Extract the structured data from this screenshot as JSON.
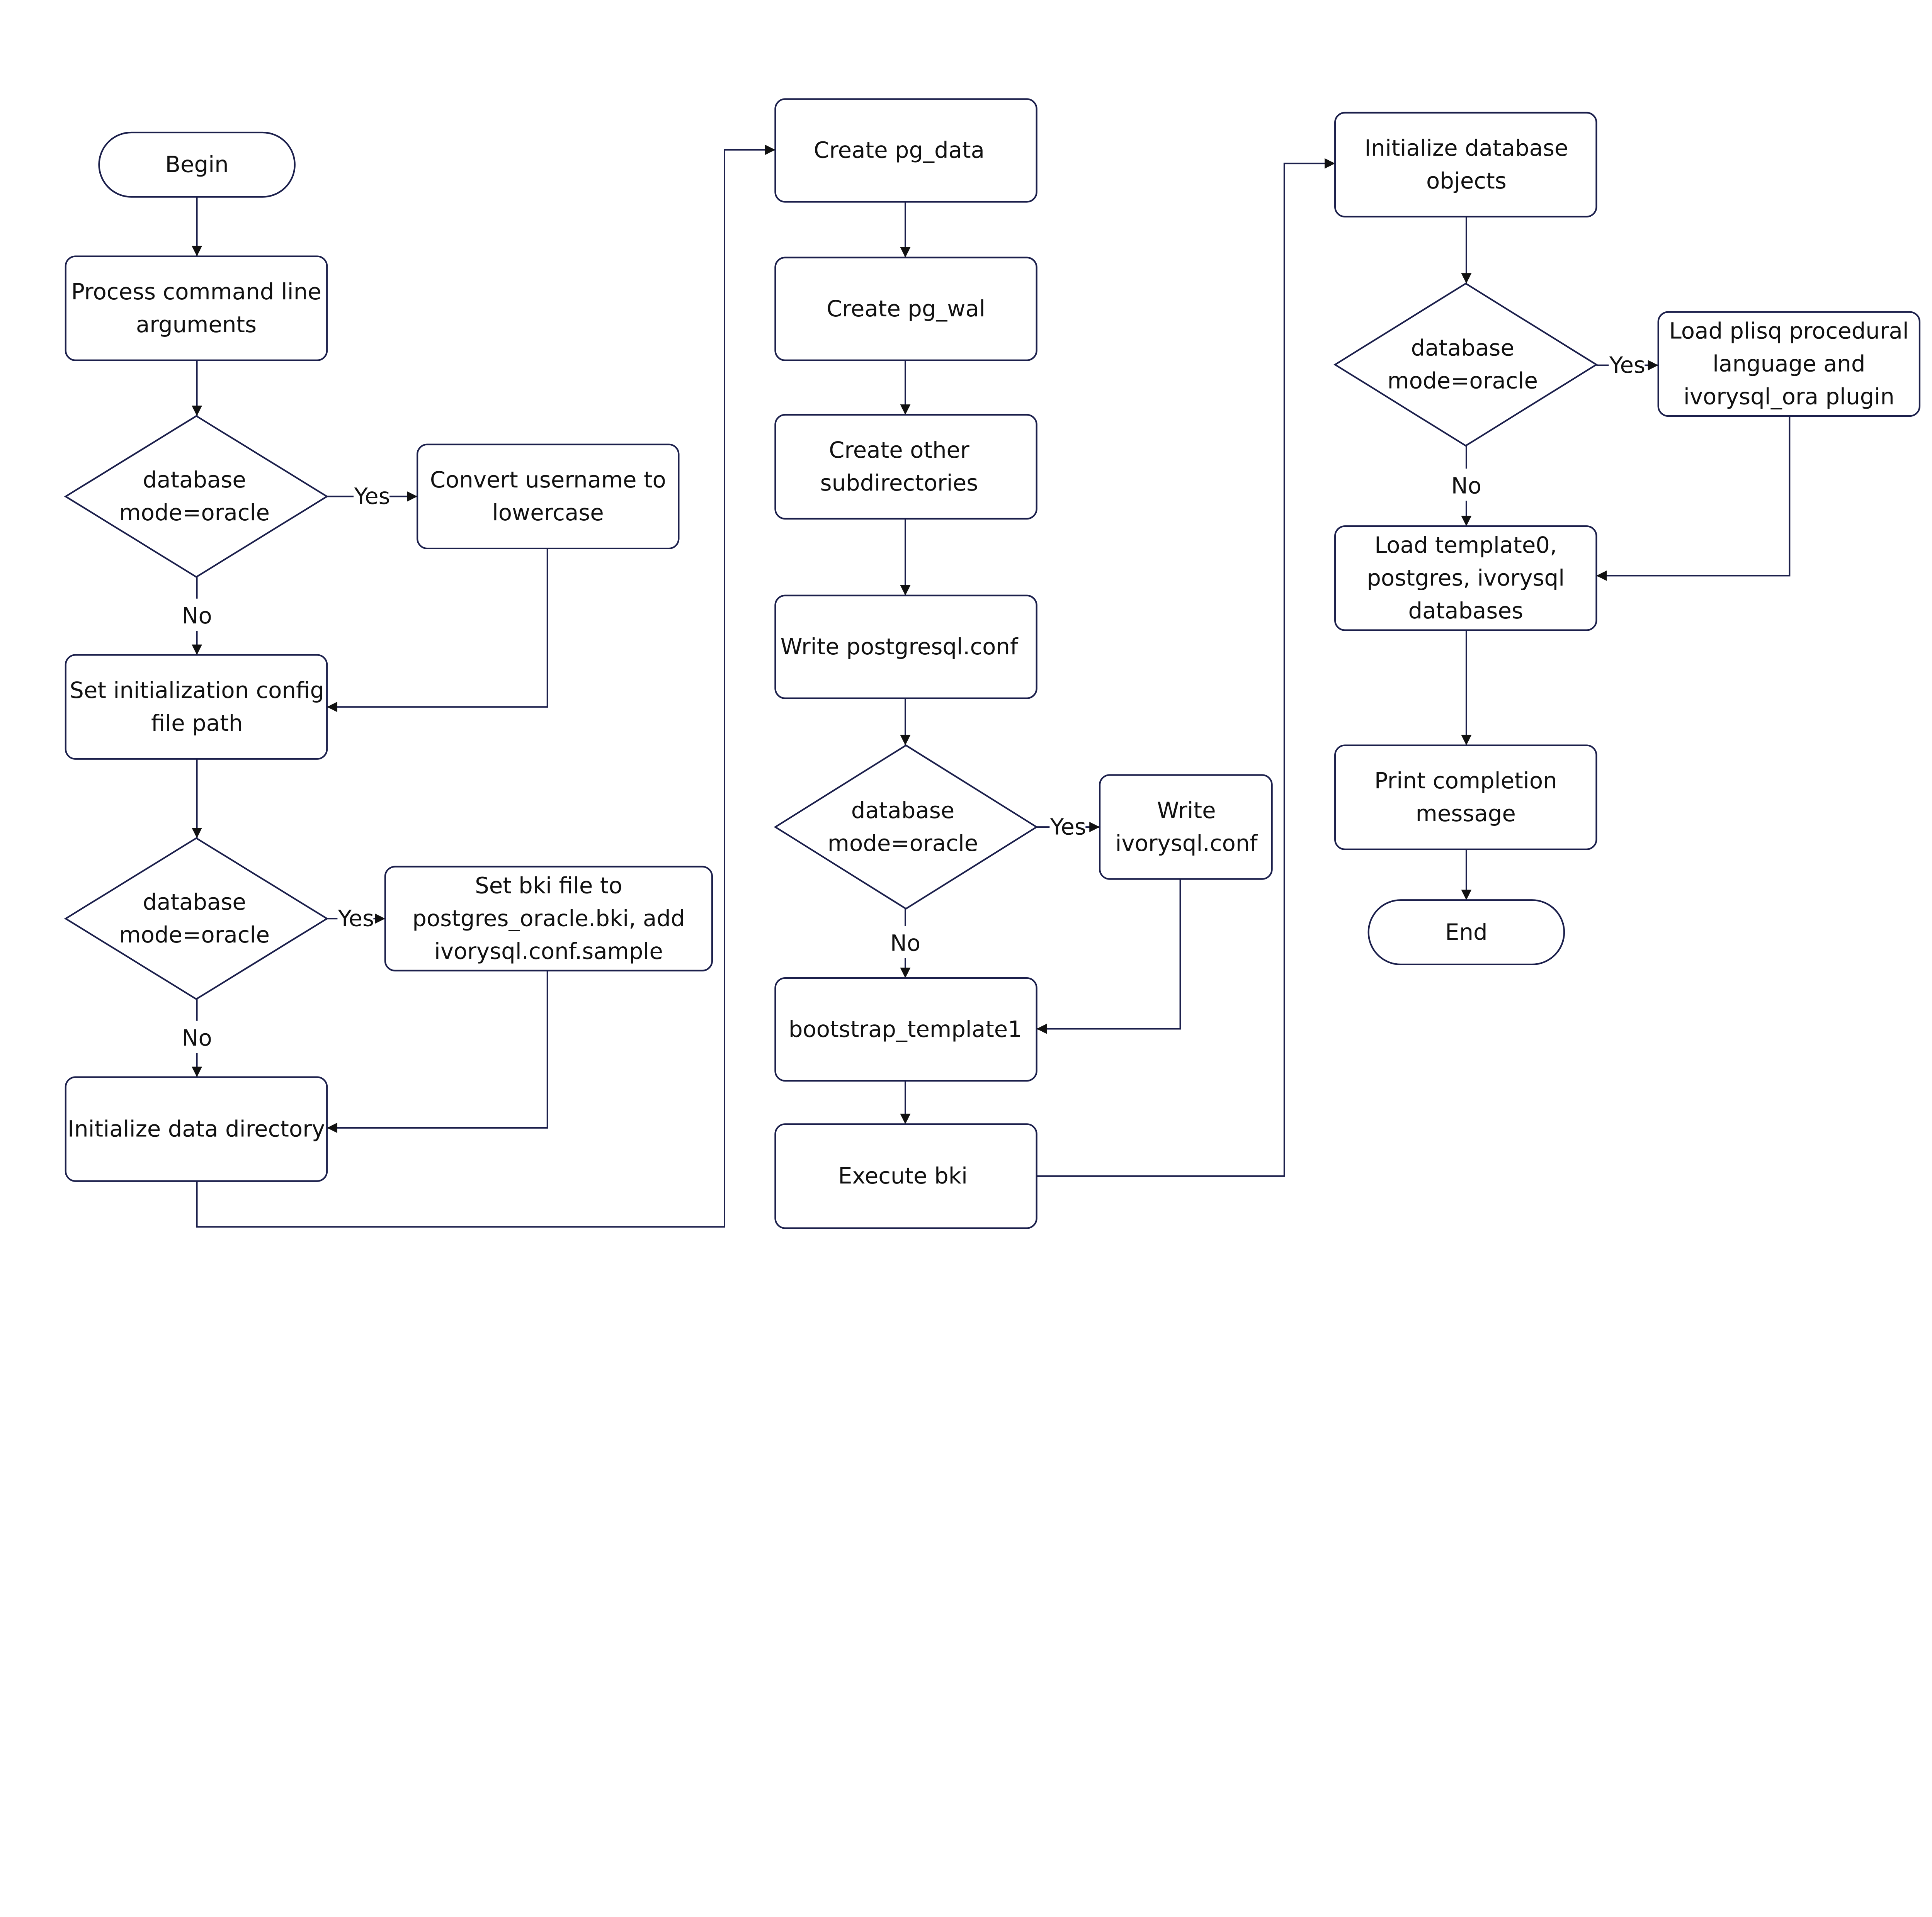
{
  "colors": {
    "stroke": "#1b1f4b",
    "text": "#111111",
    "background": "#ffffff"
  },
  "nodes": [
    {
      "id": "begin",
      "type": "terminator",
      "lines": [
        "Begin"
      ]
    },
    {
      "id": "process-args",
      "type": "process",
      "lines": [
        "Process command line",
        "arguments"
      ]
    },
    {
      "id": "decision-1",
      "type": "decision",
      "lines": [
        "database",
        "mode=oracle"
      ]
    },
    {
      "id": "convert-username",
      "type": "process",
      "lines": [
        "Convert username to",
        "lowercase"
      ]
    },
    {
      "id": "set-config-path",
      "type": "process",
      "lines": [
        "Set initialization config",
        "file path"
      ]
    },
    {
      "id": "decision-2",
      "type": "decision",
      "lines": [
        "database",
        "mode=oracle"
      ]
    },
    {
      "id": "set-bki",
      "type": "process",
      "lines": [
        "Set bki file to",
        "postgres_oracle.bki, add",
        "ivorysql.conf.sample"
      ]
    },
    {
      "id": "init-data-dir",
      "type": "process",
      "lines": [
        "Initialize data directory"
      ]
    },
    {
      "id": "create-pg-data",
      "type": "process",
      "lines": [
        "Create pg_data"
      ]
    },
    {
      "id": "create-pg-wal",
      "type": "process",
      "lines": [
        "Create pg_wal"
      ]
    },
    {
      "id": "create-subdirs",
      "type": "process",
      "lines": [
        "Create other",
        "subdirectories"
      ]
    },
    {
      "id": "write-postgresql-conf",
      "type": "process",
      "lines": [
        "Write postgresql.conf"
      ]
    },
    {
      "id": "decision-3",
      "type": "decision",
      "lines": [
        "database",
        "mode=oracle"
      ]
    },
    {
      "id": "write-ivorysql-conf",
      "type": "process",
      "lines": [
        "Write",
        "ivorysql.conf"
      ]
    },
    {
      "id": "bootstrap-template1",
      "type": "process",
      "lines": [
        "bootstrap_template1"
      ]
    },
    {
      "id": "execute-bki",
      "type": "process",
      "lines": [
        "Execute bki"
      ]
    },
    {
      "id": "init-db-objects",
      "type": "process",
      "lines": [
        "Initialize database",
        "objects"
      ]
    },
    {
      "id": "decision-4",
      "type": "decision",
      "lines": [
        "database",
        "mode=oracle"
      ]
    },
    {
      "id": "load-plisql",
      "type": "process",
      "lines": [
        "Load plisq procedural",
        "language and",
        "ivorysql_ora plugin"
      ]
    },
    {
      "id": "load-templates",
      "type": "process",
      "lines": [
        "Load template0,",
        "postgres, ivorysql",
        "databases"
      ]
    },
    {
      "id": "print-completion",
      "type": "process",
      "lines": [
        "Print completion",
        "message"
      ]
    },
    {
      "id": "end",
      "type": "terminator",
      "lines": [
        "End"
      ]
    }
  ],
  "edges": [
    {
      "id": "e1",
      "from": "begin",
      "to": "process-args",
      "label": ""
    },
    {
      "id": "e2",
      "from": "process-args",
      "to": "decision-1",
      "label": ""
    },
    {
      "id": "e3",
      "from": "decision-1",
      "to": "convert-username",
      "label": "Yes"
    },
    {
      "id": "e4",
      "from": "decision-1",
      "to": "set-config-path",
      "label": "No"
    },
    {
      "id": "e5",
      "from": "convert-username",
      "to": "set-config-path",
      "label": ""
    },
    {
      "id": "e6",
      "from": "set-config-path",
      "to": "decision-2",
      "label": ""
    },
    {
      "id": "e7",
      "from": "decision-2",
      "to": "set-bki",
      "label": "Yes"
    },
    {
      "id": "e8",
      "from": "decision-2",
      "to": "init-data-dir",
      "label": "No"
    },
    {
      "id": "e9",
      "from": "set-bki",
      "to": "init-data-dir",
      "label": ""
    },
    {
      "id": "e10",
      "from": "init-data-dir",
      "to": "create-pg-data",
      "label": ""
    },
    {
      "id": "e11",
      "from": "create-pg-data",
      "to": "create-pg-wal",
      "label": ""
    },
    {
      "id": "e12",
      "from": "create-pg-wal",
      "to": "create-subdirs",
      "label": ""
    },
    {
      "id": "e13",
      "from": "create-subdirs",
      "to": "write-postgresql-conf",
      "label": ""
    },
    {
      "id": "e14",
      "from": "write-postgresql-conf",
      "to": "decision-3",
      "label": ""
    },
    {
      "id": "e15",
      "from": "decision-3",
      "to": "write-ivorysql-conf",
      "label": "Yes"
    },
    {
      "id": "e16",
      "from": "decision-3",
      "to": "bootstrap-template1",
      "label": "No"
    },
    {
      "id": "e17",
      "from": "write-ivorysql-conf",
      "to": "bootstrap-template1",
      "label": ""
    },
    {
      "id": "e18",
      "from": "bootstrap-template1",
      "to": "execute-bki",
      "label": ""
    },
    {
      "id": "e19",
      "from": "execute-bki",
      "to": "init-db-objects",
      "label": ""
    },
    {
      "id": "e20",
      "from": "init-db-objects",
      "to": "decision-4",
      "label": ""
    },
    {
      "id": "e21",
      "from": "decision-4",
      "to": "load-plisql",
      "label": "Yes"
    },
    {
      "id": "e22",
      "from": "decision-4",
      "to": "load-templates",
      "label": "No"
    },
    {
      "id": "e23",
      "from": "load-plisql",
      "to": "load-templates",
      "label": ""
    },
    {
      "id": "e24",
      "from": "load-templates",
      "to": "print-completion",
      "label": ""
    },
    {
      "id": "e25",
      "from": "print-completion",
      "to": "end",
      "label": ""
    }
  ]
}
